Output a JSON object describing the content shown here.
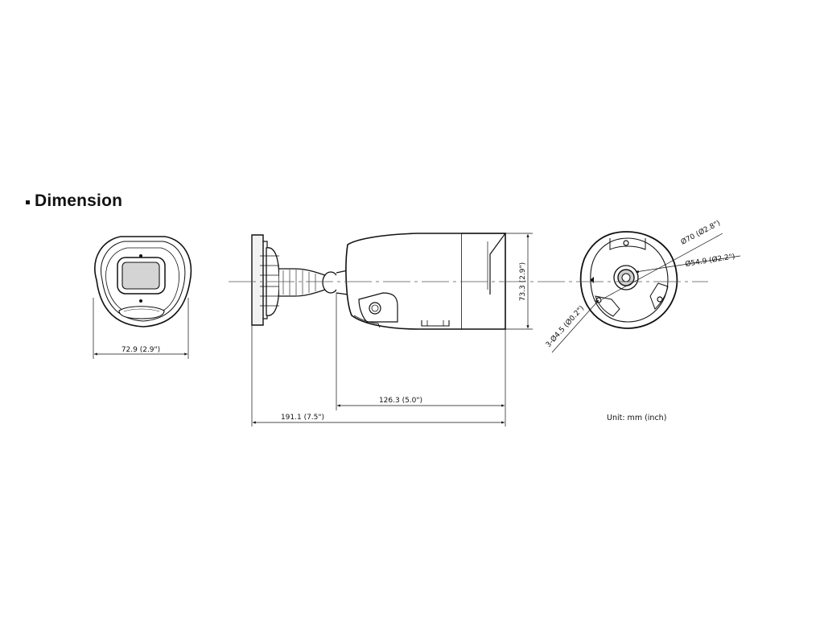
{
  "section": {
    "bullet": "▪",
    "title": "Dimension"
  },
  "dimensions": {
    "front_width": "72.9 (2.9\")",
    "body_length": "126.3 (5.0\")",
    "total_length": "191.1 (7.5\")",
    "height": "73.3 (2.9\")",
    "base_diameter": "Ø70 (Ø2.8\")",
    "inner_diameter": "Ø54.9 (Ø2.2\")",
    "mount_holes": "3-Ø4.5 (Ø0.2\")"
  },
  "unit_note": "Unit: mm (inch)"
}
